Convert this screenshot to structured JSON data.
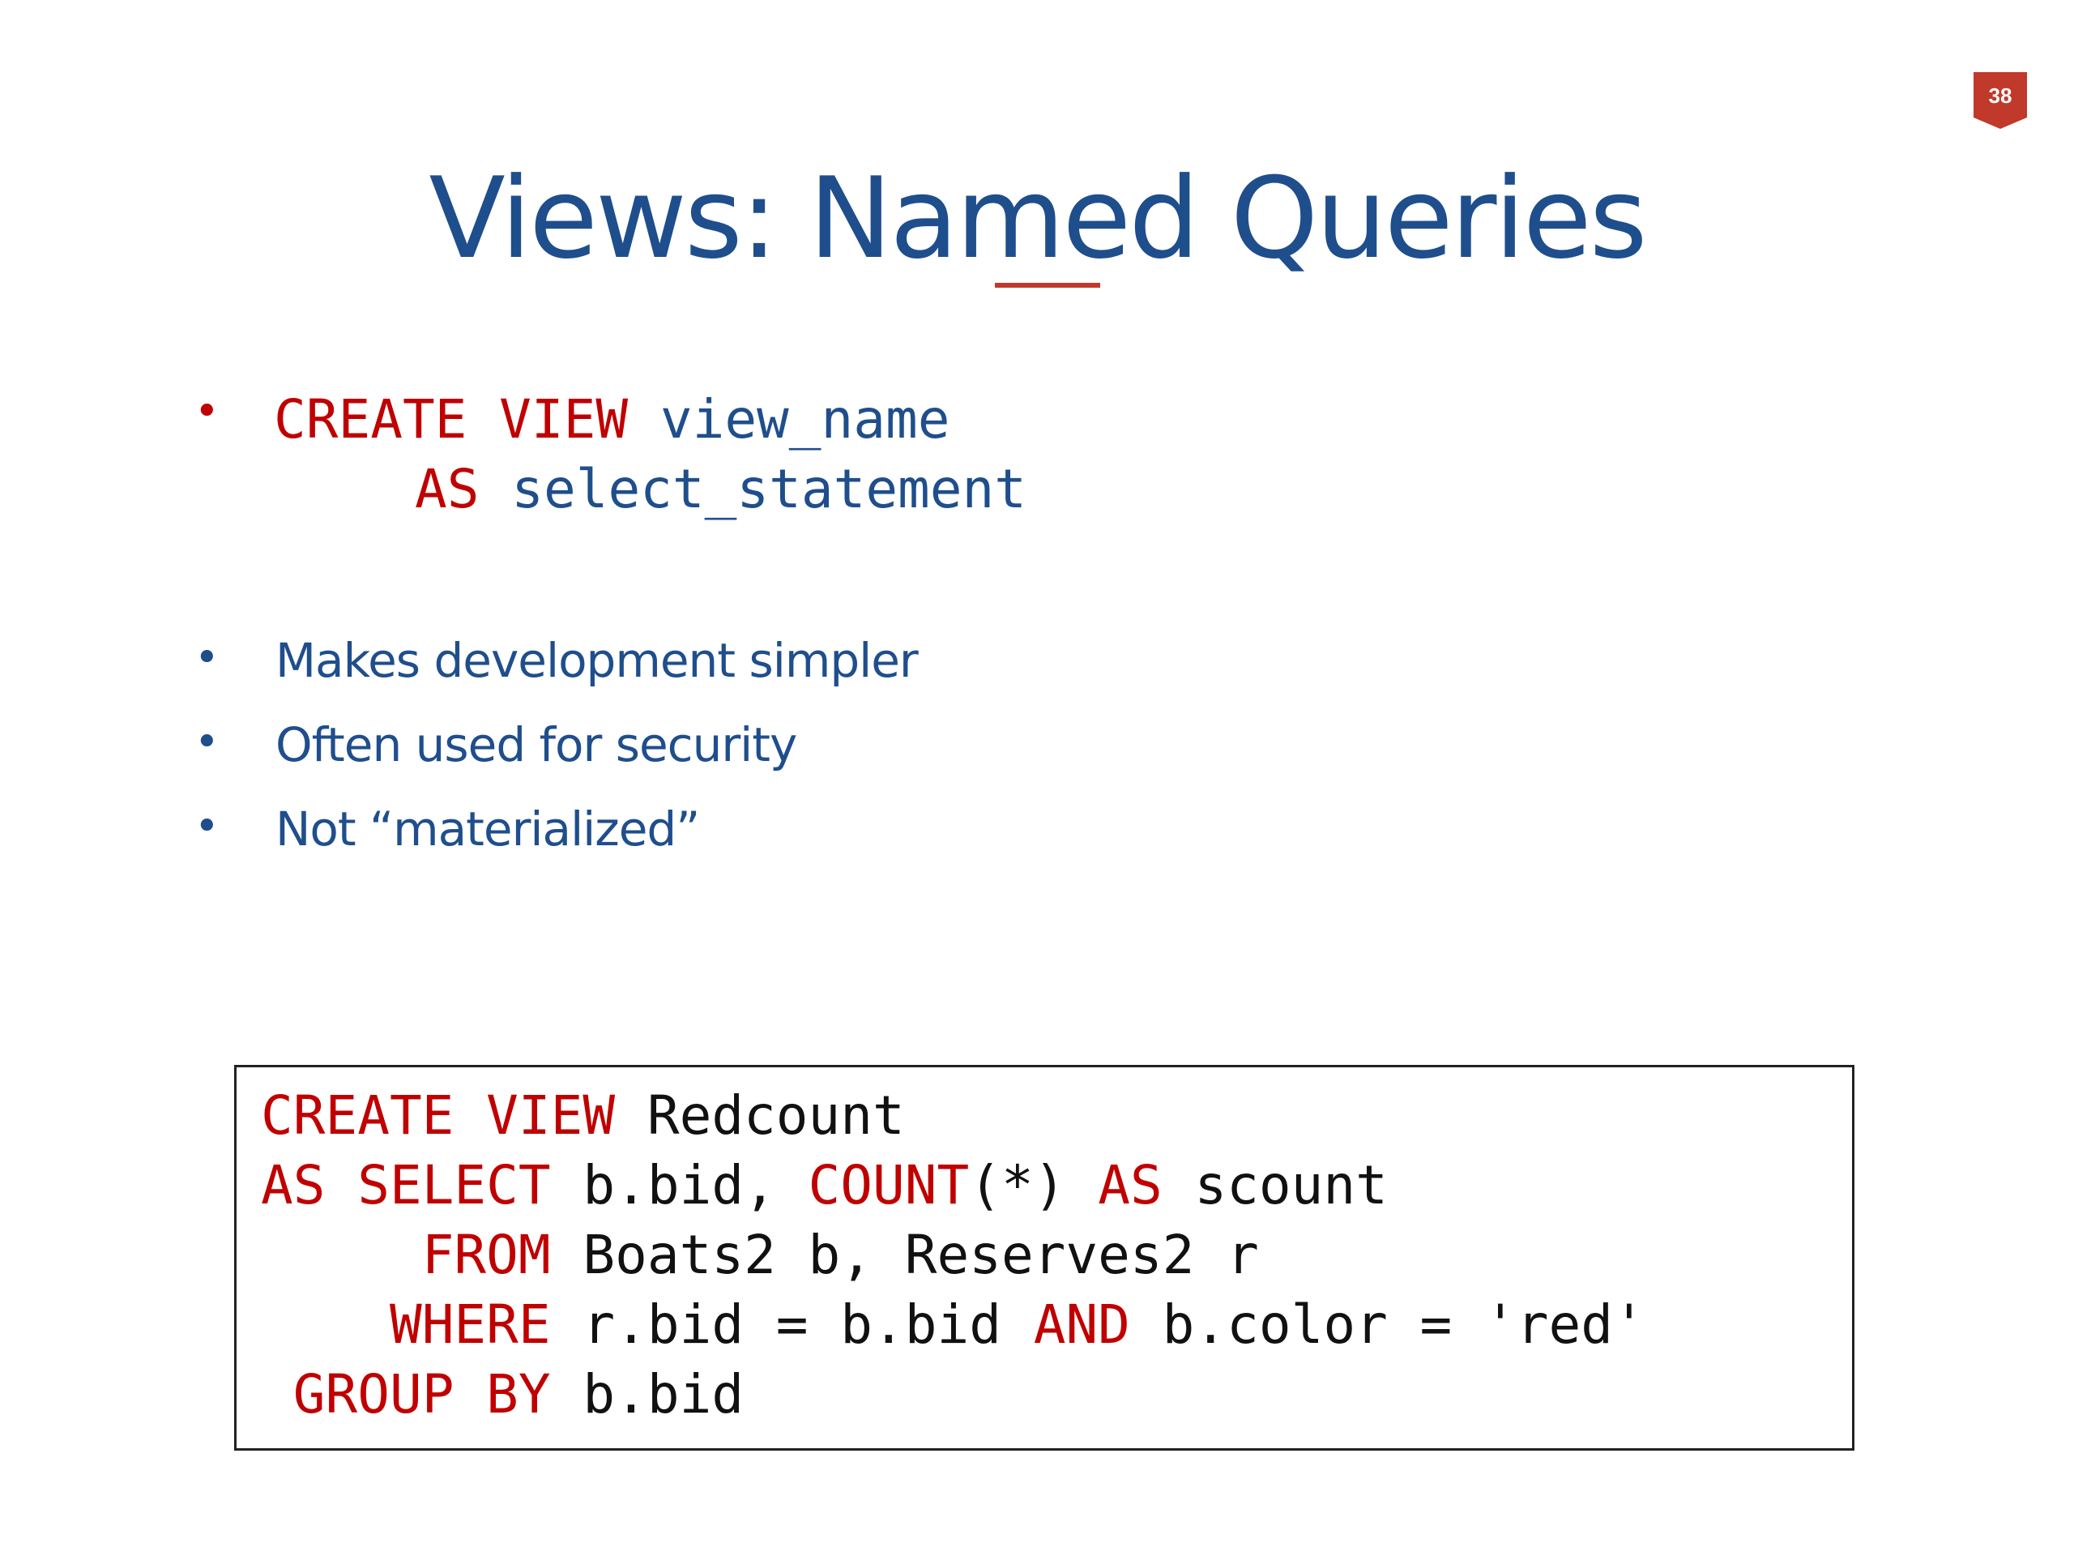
{
  "slide_number": "38",
  "title": "Views: Named Queries",
  "syntax": {
    "line1": {
      "kw": "CREATE VIEW",
      "id": "view_name"
    },
    "line2": {
      "kw": "AS",
      "id": "select_statement"
    }
  },
  "points": [
    "Makes development simpler",
    "Often used for security",
    "Not “materialized”"
  ],
  "bullet_char": "•",
  "example": {
    "line1": {
      "k1": "CREATE VIEW",
      "t1": "Redcount"
    },
    "line2": {
      "k1": "AS SELECT",
      "t1": "b.bid,",
      "k2": "COUNT",
      "t2": "(*)",
      "k3": "AS",
      "t3": "scount"
    },
    "line3": {
      "k1": "FROM",
      "t1": "Boats2 b, Reserves2 r"
    },
    "line4": {
      "k1": "WHERE",
      "t1": "r.bid = b.bid",
      "k2": "AND",
      "t2": "b.color = 'red'"
    },
    "line5": {
      "k1": "GROUP BY",
      "t1": "b.bid"
    }
  },
  "colors": {
    "title_blue": "#1f4e8c",
    "keyword_red": "#c00000",
    "badge_red": "#c0392b"
  }
}
